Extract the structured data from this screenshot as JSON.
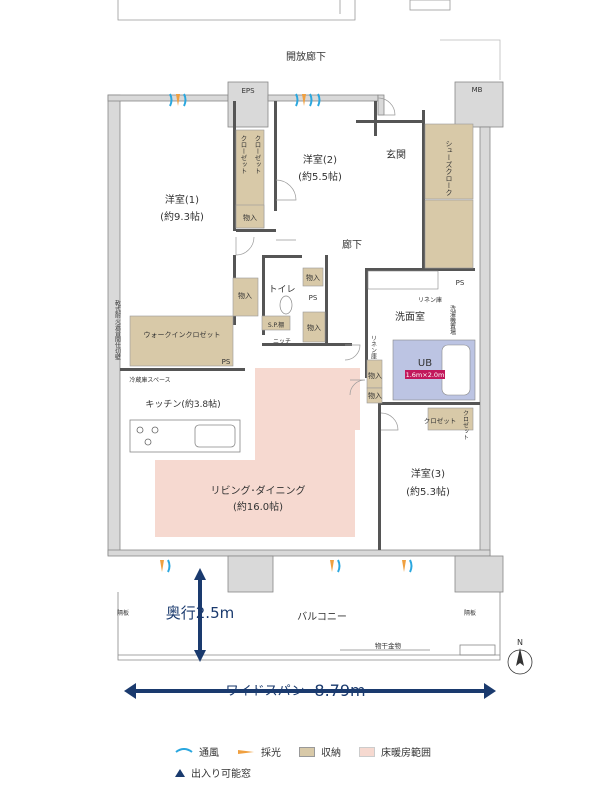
{
  "labels": {
    "corridor_open": "開放廊下",
    "eps": "EPS",
    "mb": "MB",
    "room2_name": "洋室(2)",
    "room2_size": "(約5.5帖)",
    "room1_name": "洋室(1)",
    "room1_size": "(約9.3帖)",
    "entrance": "玄関",
    "shoes_cloak": "シューズクローク",
    "hallway": "廊下",
    "closet1": "クローゼット",
    "closet2": "クローゼット",
    "storage": "物入",
    "toilet": "トイレ",
    "ps": "PS",
    "washroom": "洗面室",
    "linen": "リネン庫",
    "linen2": "リネン庫",
    "walkin": "ウォークインクロゼット",
    "niche": "ニッチ",
    "sl_cabinet": "S.P.棚",
    "fridge": "冷蔵庫スペース",
    "kitchen": "キッチン(約3.8帖)",
    "ub": "UB",
    "ub_size": "1.6m×2.0m",
    "closet3": "クロゼット",
    "closet3b": "クロゼット",
    "room3_name": "洋室(3)",
    "room3_size": "(約5.3帖)",
    "living_name": "リビング･ダイニング",
    "living_size": "(約16.0帖)",
    "balcony": "バルコニー",
    "depth": "奥行2.5m",
    "partition_left": "隔板",
    "partition_right": "隔板",
    "dryer": "物干金物",
    "north": "N",
    "wide_span": "ワイドスパン",
    "wide_span_value": "8.79m",
    "side_note": "乾式耐火遮音間仕切壁",
    "washer": "洗濯機置場"
  },
  "legend": {
    "ventilation": "通風",
    "lighting": "採光",
    "storage": "収納",
    "floor_heating": "床暖房範囲",
    "window_access": "出入り可能窓"
  },
  "colors": {
    "wall": "#d9d9d9",
    "wall_edge": "#888888",
    "storage": "#d8c9a8",
    "floor_heating": "#f6d9d0",
    "ub": "#bcc4e3",
    "ub_label": "#c2185b",
    "arrow": "#1a3a6e",
    "vent": "#2aa7df",
    "light": "#f0a040"
  }
}
